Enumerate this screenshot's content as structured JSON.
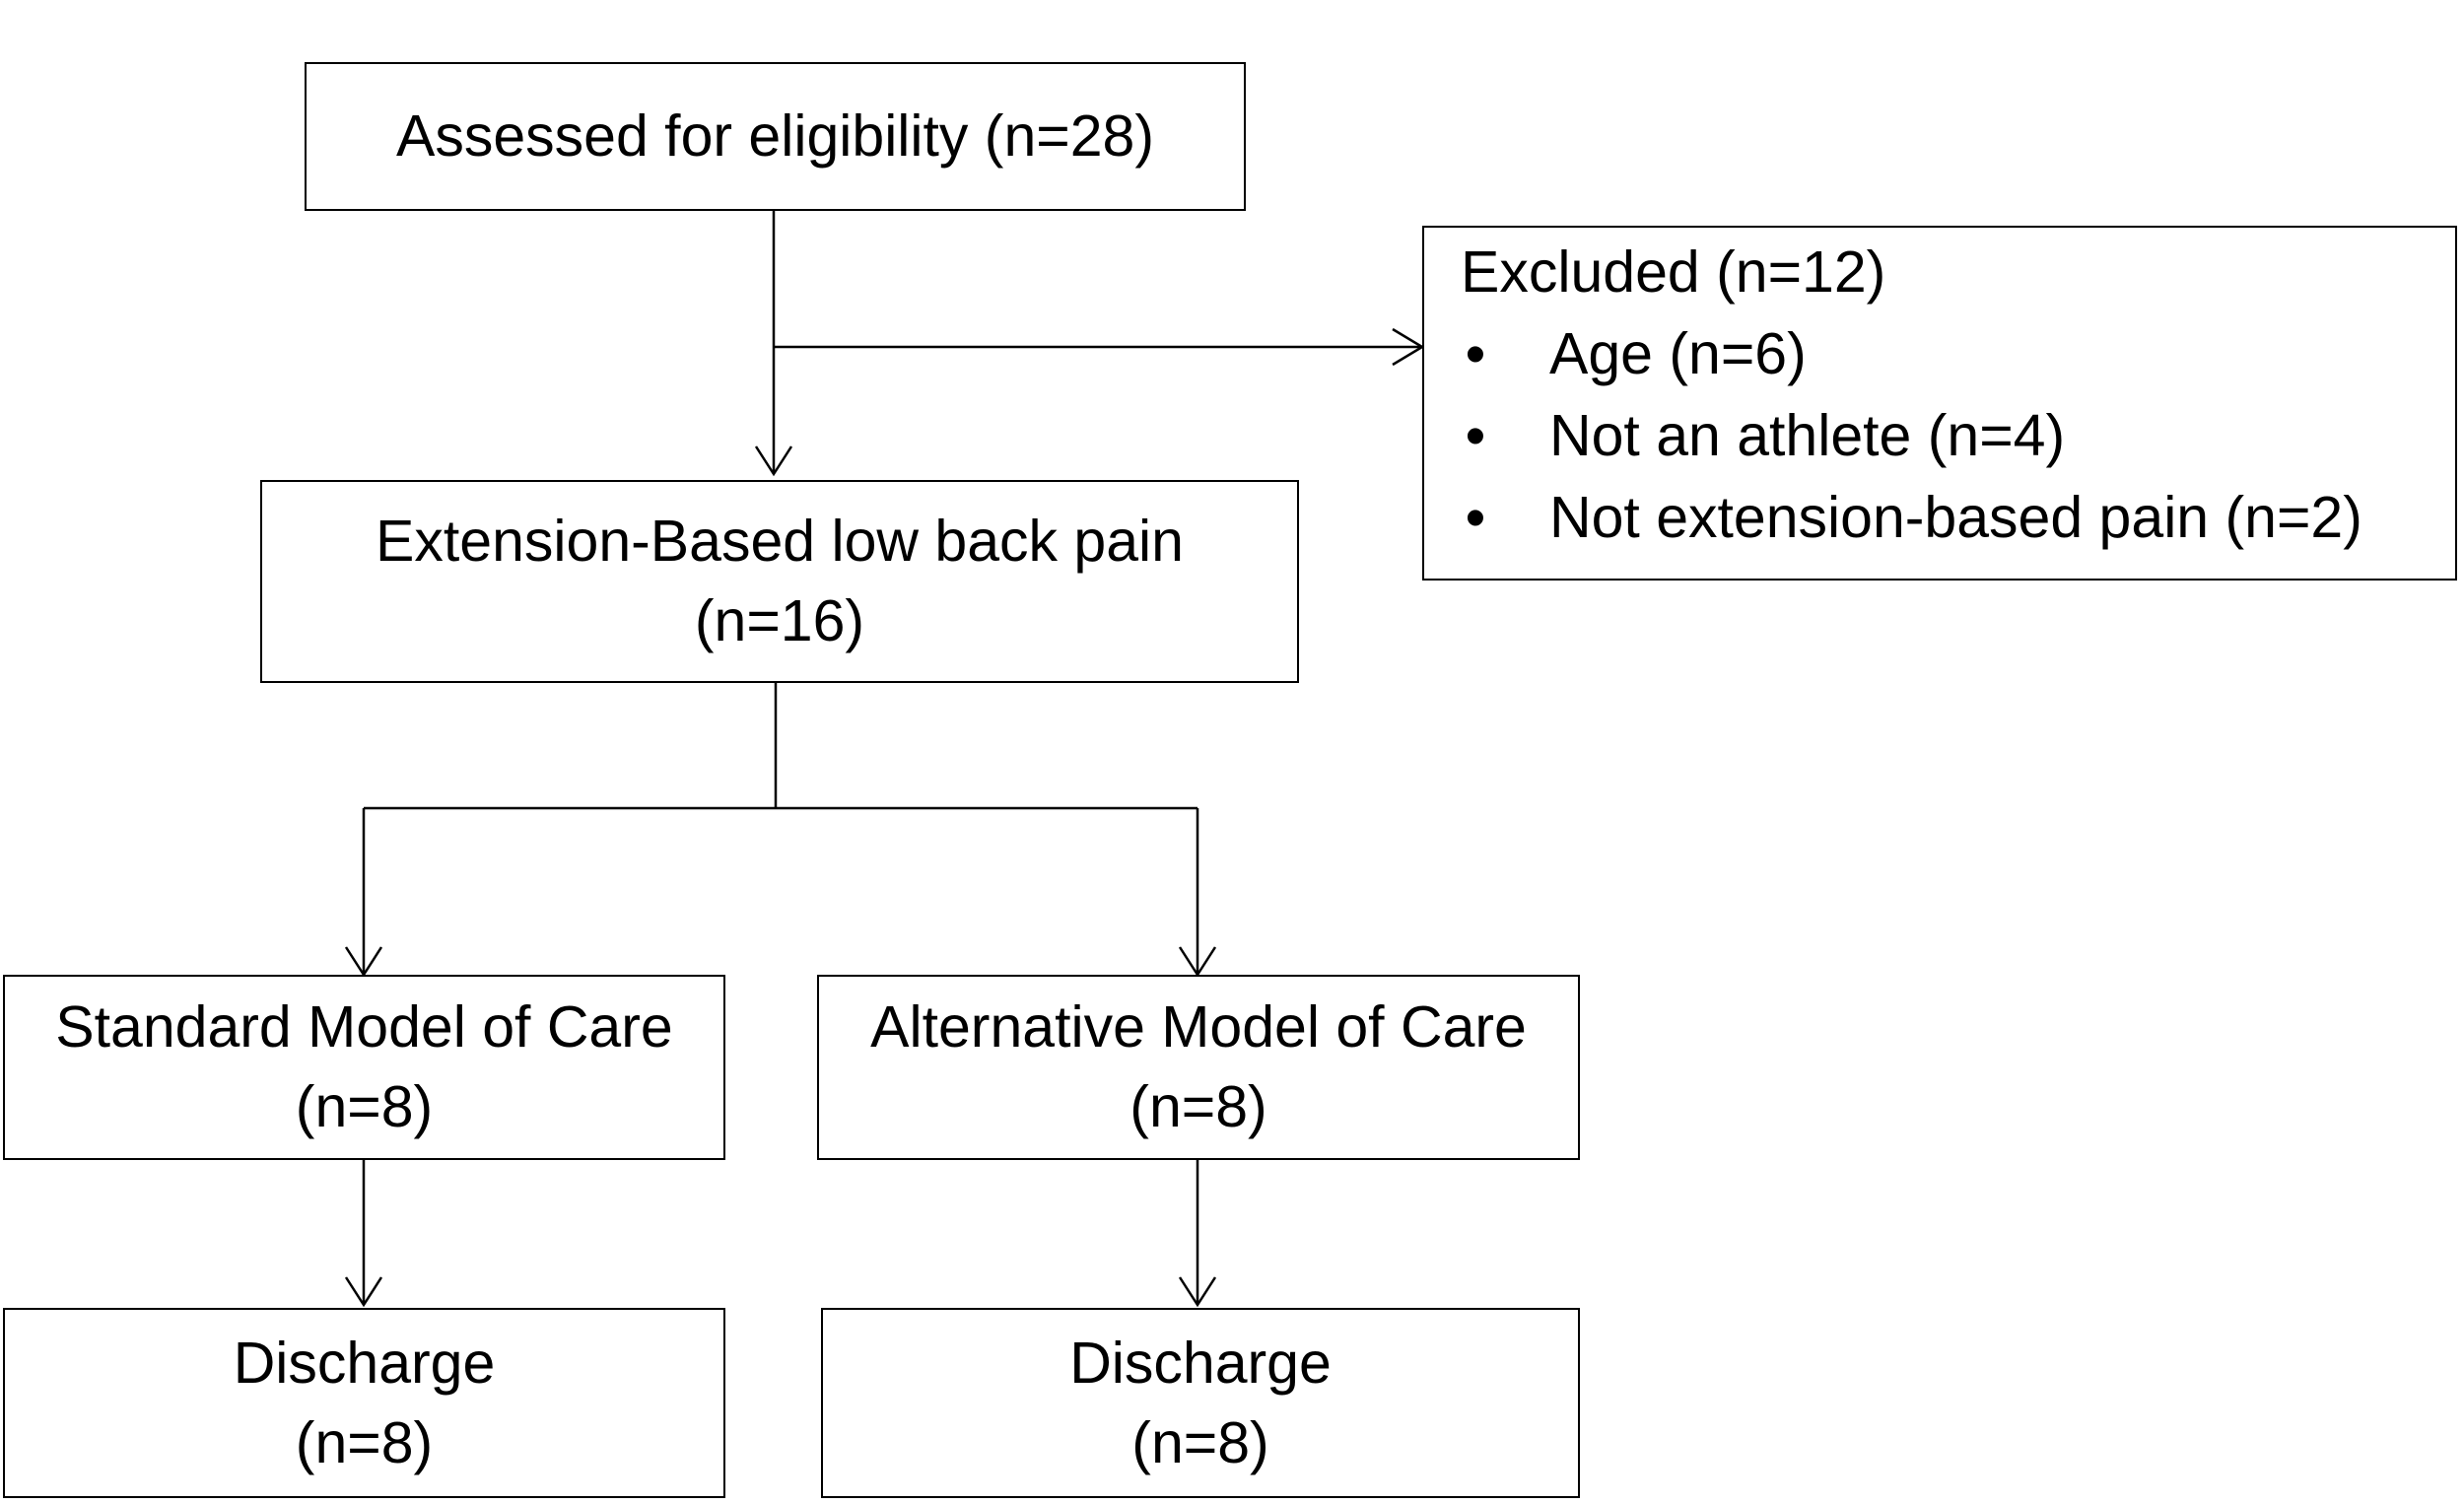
{
  "flowchart": {
    "assessed": {
      "label": "Assessed for eligibility (n=28)"
    },
    "excluded": {
      "title": "Excluded (n=12)",
      "bullet": "•",
      "reasons": [
        "Age (n=6)",
        "Not an athlete (n=4)",
        "Not extension-based pain (n=2)"
      ]
    },
    "extension": {
      "line1": "Extension-Based low back pain",
      "line2": "(n=16)"
    },
    "standard": {
      "line1": "Standard Model of Care",
      "line2": "(n=8)"
    },
    "alternative": {
      "line1": "Alternative Model of Care",
      "line2": "(n=8)"
    },
    "discharge_standard": {
      "line1": "Discharge",
      "line2": "(n=8)"
    },
    "discharge_alternative": {
      "line1": "Discharge",
      "line2": "(n=8)"
    }
  }
}
